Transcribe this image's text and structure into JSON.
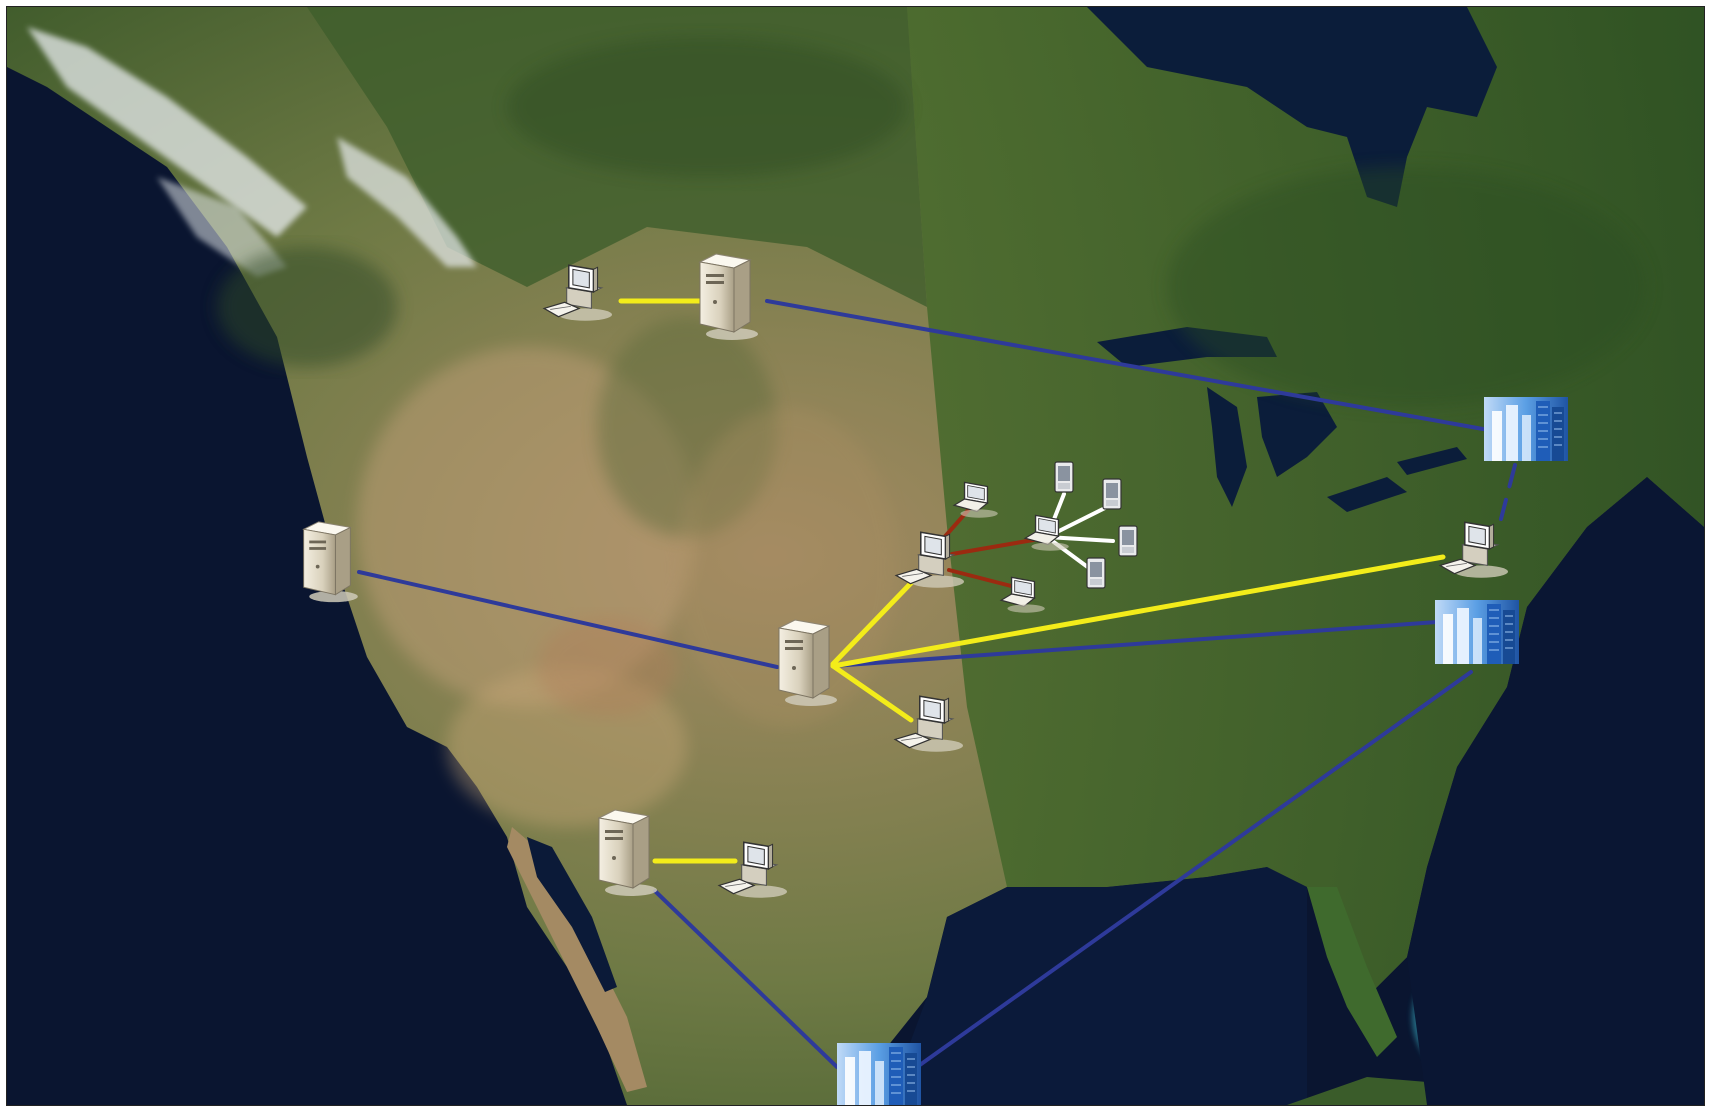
{
  "colors": {
    "ocean": "#0a1530",
    "wan_link": "#2e3a9a",
    "lan_link": "#f3ec1a",
    "wifi_link": "#9b2a10",
    "mobile_link": "#ffffff",
    "building_blue": "#2a70c4"
  },
  "nodes": [
    {
      "id": "server-northwest",
      "kind": "server-icon"
    },
    {
      "id": "workstation-northwest",
      "kind": "workstation-icon"
    },
    {
      "id": "server-west-coast",
      "kind": "server-icon"
    },
    {
      "id": "server-central",
      "kind": "server-icon"
    },
    {
      "id": "workstation-plains-hub",
      "kind": "workstation-icon"
    },
    {
      "id": "workstation-central-south",
      "kind": "workstation-icon"
    },
    {
      "id": "server-southwest",
      "kind": "server-icon"
    },
    {
      "id": "workstation-southwest",
      "kind": "workstation-icon"
    },
    {
      "id": "laptop-north",
      "kind": "laptop-icon"
    },
    {
      "id": "laptop-south",
      "kind": "laptop-icon"
    },
    {
      "id": "laptop-mobile-hub",
      "kind": "laptop-icon"
    },
    {
      "id": "phone-1",
      "kind": "phone-icon"
    },
    {
      "id": "phone-2",
      "kind": "phone-icon"
    },
    {
      "id": "phone-3",
      "kind": "phone-icon"
    },
    {
      "id": "phone-4",
      "kind": "phone-icon"
    },
    {
      "id": "building-northeast",
      "kind": "office-building-icon"
    },
    {
      "id": "workstation-northeast",
      "kind": "workstation-icon"
    },
    {
      "id": "building-east",
      "kind": "office-building-icon"
    },
    {
      "id": "building-south",
      "kind": "office-building-icon"
    }
  ],
  "links": [
    {
      "from": "workstation-northwest",
      "to": "server-northwest",
      "type": "lan"
    },
    {
      "from": "server-northwest",
      "to": "building-northeast",
      "type": "wan"
    },
    {
      "from": "building-northeast",
      "to": "workstation-northeast",
      "type": "wan-dashed"
    },
    {
      "from": "server-west-coast",
      "to": "server-central",
      "type": "wan"
    },
    {
      "from": "server-central",
      "to": "building-east",
      "type": "wan"
    },
    {
      "from": "server-central",
      "to": "workstation-northeast",
      "type": "lan"
    },
    {
      "from": "server-central",
      "to": "workstation-plains-hub",
      "type": "lan"
    },
    {
      "from": "server-central",
      "to": "workstation-central-south",
      "type": "lan"
    },
    {
      "from": "workstation-plains-hub",
      "to": "laptop-north",
      "type": "wifi"
    },
    {
      "from": "workstation-plains-hub",
      "to": "laptop-south",
      "type": "wifi"
    },
    {
      "from": "workstation-plains-hub",
      "to": "laptop-mobile-hub",
      "type": "wifi"
    },
    {
      "from": "laptop-mobile-hub",
      "to": "phone-1",
      "type": "mobile"
    },
    {
      "from": "laptop-mobile-hub",
      "to": "phone-2",
      "type": "mobile"
    },
    {
      "from": "laptop-mobile-hub",
      "to": "phone-3",
      "type": "mobile"
    },
    {
      "from": "laptop-mobile-hub",
      "to": "phone-4",
      "type": "mobile"
    },
    {
      "from": "server-southwest",
      "to": "workstation-southwest",
      "type": "lan"
    },
    {
      "from": "server-southwest",
      "to": "building-south",
      "type": "wan"
    },
    {
      "from": "building-south",
      "to": "building-east",
      "type": "wan"
    }
  ]
}
